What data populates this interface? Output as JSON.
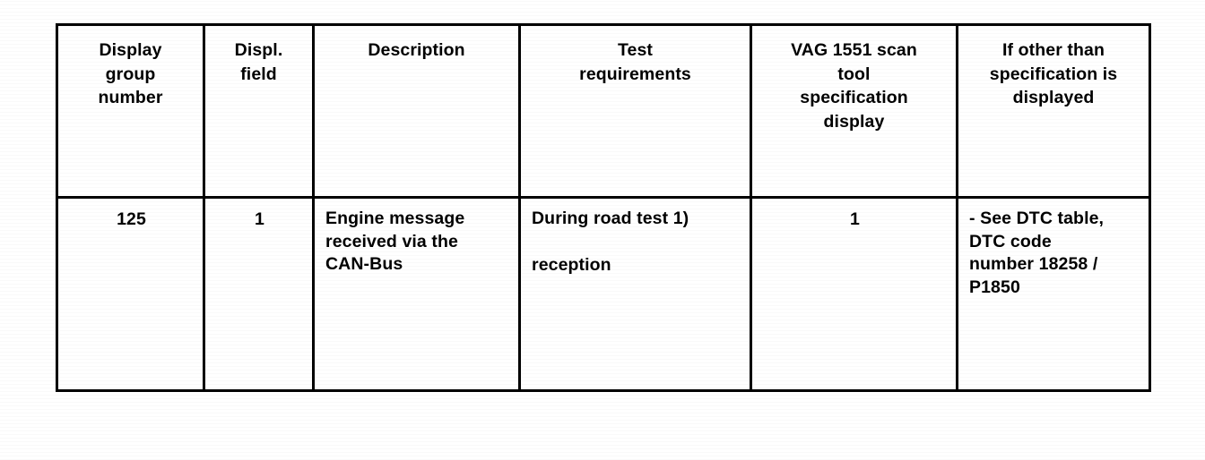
{
  "document": {
    "title": "VAG 1551 scan tool display group specification table",
    "text_color": "#000000",
    "background_color": "#ffffff",
    "border_color": "#000000"
  },
  "table": {
    "columns": [
      {
        "id": "display-group-number",
        "header": "Display\ngroup\nnumber"
      },
      {
        "id": "displ-field",
        "header": "Displ.\nfield"
      },
      {
        "id": "description",
        "header": "Description"
      },
      {
        "id": "test-requirements",
        "header": "Test\nrequirements"
      },
      {
        "id": "vag-1551-specification-display",
        "header": "VAG 1551 scan\ntool\nspecification\ndisplay"
      },
      {
        "id": "if-other-than-specification",
        "header": "If other than\nspecification is\ndisplayed"
      }
    ],
    "headers": {
      "display_group_number": [
        "Display",
        "group",
        "number"
      ],
      "displ_field": [
        "Displ.",
        "field"
      ],
      "description": [
        "Description"
      ],
      "test_requirements": [
        "Test",
        "requirements"
      ],
      "vag_spec_display": [
        "VAG 1551 scan",
        "tool",
        "specification",
        "display"
      ],
      "if_other_than_spec": [
        "If other than",
        "specification is",
        "displayed"
      ]
    },
    "rows": [
      {
        "display_group_number": "125",
        "displ_field": "1",
        "description": [
          "Engine message",
          "received via the",
          "CAN-Bus"
        ],
        "test_requirements": [
          "During road test 1)",
          "reception"
        ],
        "vag_spec_display": "1",
        "if_other_than_spec": [
          "- See DTC table,",
          "DTC code",
          "number 18258 /",
          "P1850"
        ]
      }
    ]
  }
}
